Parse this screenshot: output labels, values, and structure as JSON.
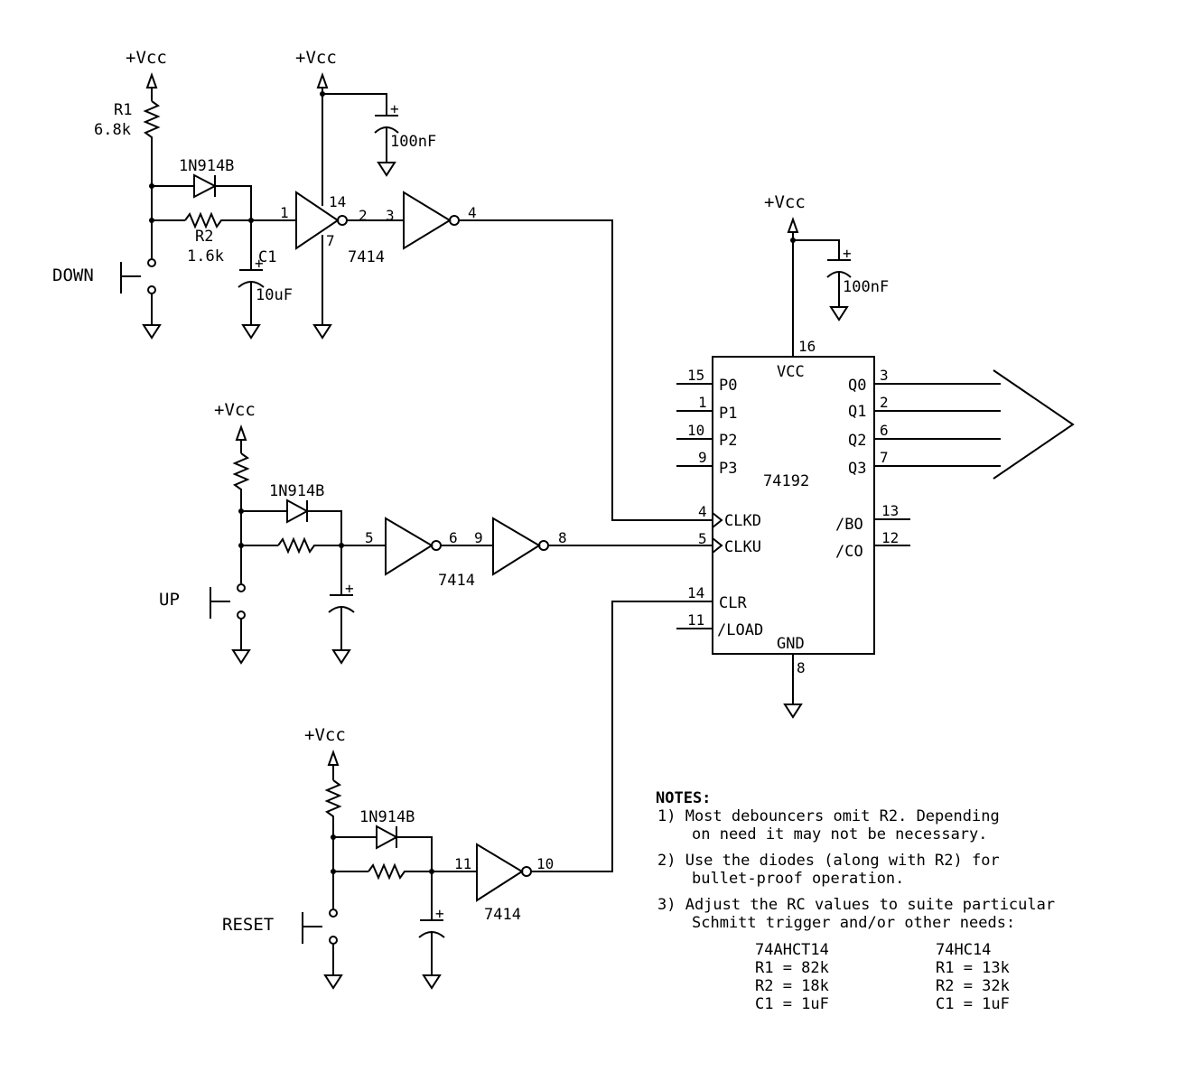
{
  "colors": {
    "ink": "#000000",
    "background": "#ffffff"
  },
  "supply": {
    "vcc": "+Vcc"
  },
  "down_section": {
    "r1_name": "R1",
    "r1_value": "6.8k",
    "diode": "1N914B",
    "r2_name": "R2",
    "r2_value": "1.6k",
    "c1_name": "C1",
    "c1_value": "10uF",
    "switch": "DOWN",
    "bypass_cap": "100nF",
    "gate_part": "7414",
    "pins": {
      "in1": "1",
      "out1": "2",
      "vcc": "14",
      "gnd": "7",
      "in2": "3",
      "out2": "4"
    }
  },
  "up_section": {
    "diode": "1N914B",
    "switch": "UP",
    "gate_part": "7414",
    "pins": {
      "in1": "5",
      "out1": "6",
      "in2": "9",
      "out2": "8"
    }
  },
  "reset_section": {
    "diode": "1N914B",
    "switch": "RESET",
    "gate_part": "7414",
    "pins": {
      "in1": "11",
      "out1": "10"
    }
  },
  "counter": {
    "part": "74192",
    "bypass_cap": "100nF",
    "vcc_label": "VCC",
    "gnd_label": "GND",
    "vcc_pin": "16",
    "gnd_pin": "8",
    "left_pins": [
      {
        "num": "15",
        "name": "P0"
      },
      {
        "num": "1",
        "name": "P1"
      },
      {
        "num": "10",
        "name": "P2"
      },
      {
        "num": "9",
        "name": "P3"
      },
      {
        "num": "4",
        "name": "CLKD"
      },
      {
        "num": "5",
        "name": "CLKU"
      },
      {
        "num": "14",
        "name": "CLR"
      },
      {
        "num": "11",
        "name": "/LOAD"
      }
    ],
    "right_pins": [
      {
        "num": "3",
        "name": "Q0"
      },
      {
        "num": "2",
        "name": "Q1"
      },
      {
        "num": "6",
        "name": "Q2"
      },
      {
        "num": "7",
        "name": "Q3"
      },
      {
        "num": "13",
        "name": "/BO"
      },
      {
        "num": "12",
        "name": "/CO"
      }
    ]
  },
  "notes": {
    "title": "NOTES:",
    "n1_line1": "1) Most debouncers omit R2.  Depending",
    "n1_line2": "on need it may not be necessary.",
    "n2_line1": "2) Use the diodes (along with R2) for",
    "n2_line2": "bullet-proof operation.",
    "n3_line1": "3) Adjust the RC values to suite particular",
    "n3_line2": "Schmitt trigger and/or  other needs:",
    "table": {
      "col1": {
        "heading": "74AHCT14",
        "r1": "R1 = 82k",
        "r2": "R2 = 18k",
        "c1": "C1 = 1uF"
      },
      "col2": {
        "heading": "74HC14",
        "r1": "R1 = 13k",
        "r2": "R2 = 32k",
        "c1": "C1 = 1uF"
      }
    }
  }
}
